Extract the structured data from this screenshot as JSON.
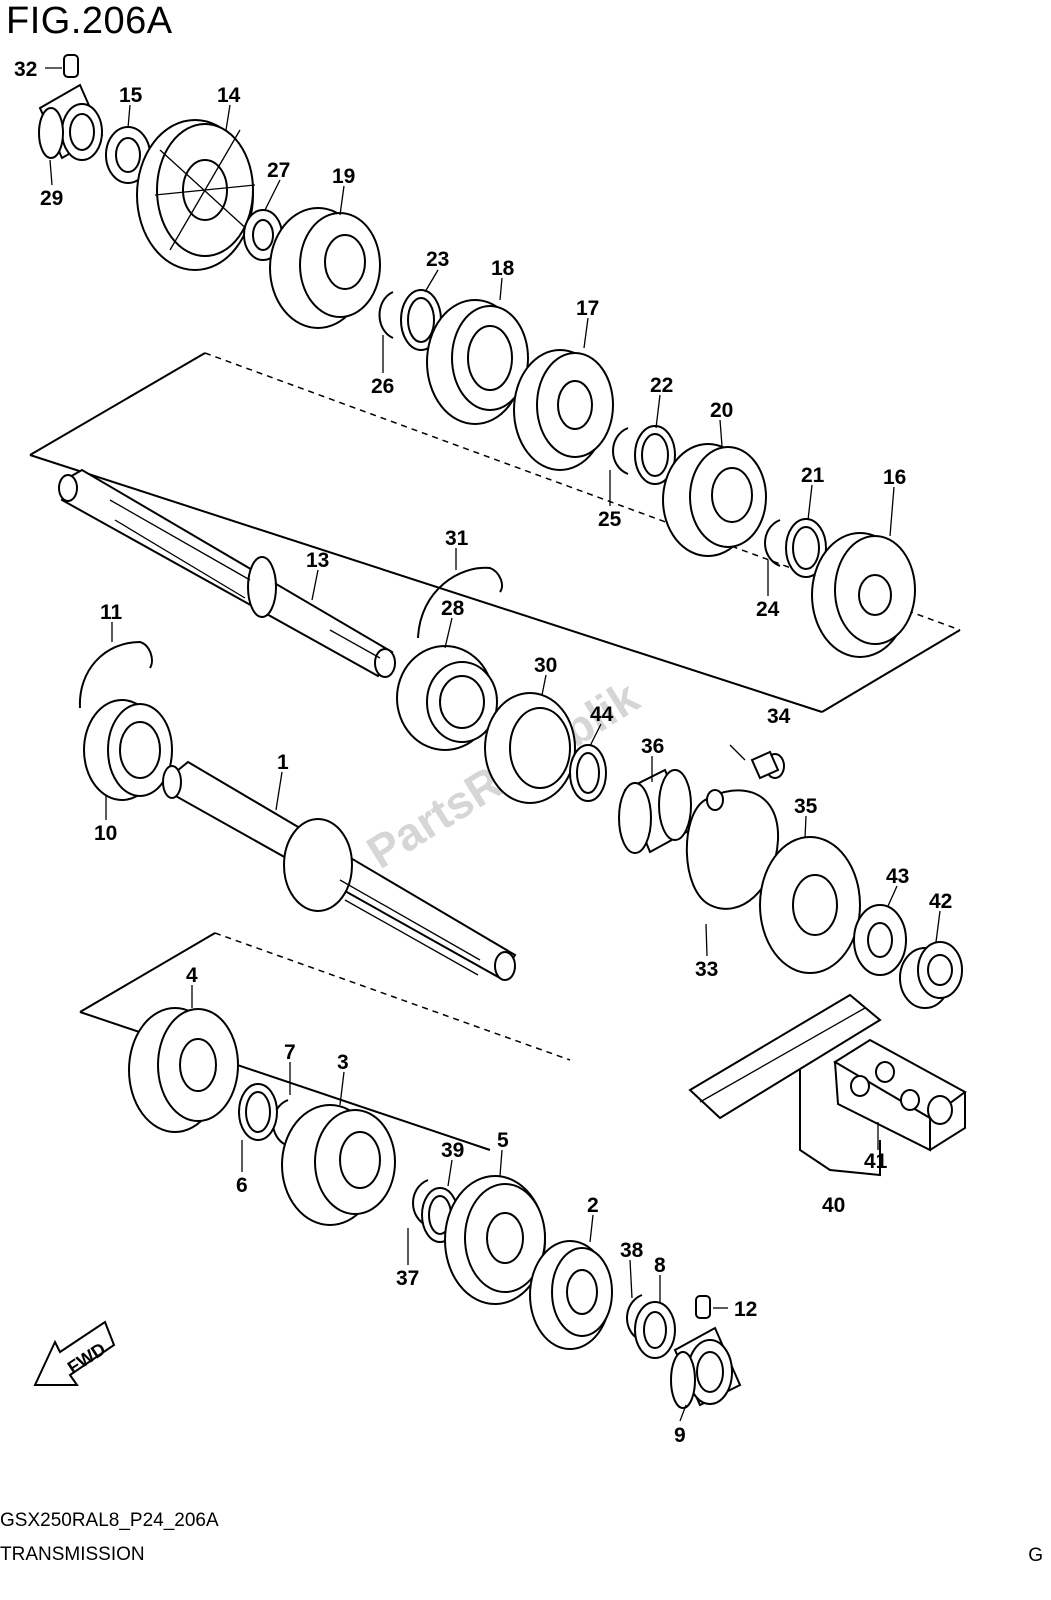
{
  "figure": {
    "title": "FIG.206A",
    "code": "GSX250RAL8_P24_206A",
    "name": "TRANSMISSION",
    "corner_mark": "G",
    "direction_label": "FWD",
    "watermark": "PartsRepublik"
  },
  "callouts": [
    "32",
    "15",
    "14",
    "29",
    "27",
    "19",
    "23",
    "18",
    "26",
    "17",
    "22",
    "20",
    "25",
    "21",
    "16",
    "24",
    "13",
    "31",
    "28",
    "11",
    "30",
    "44",
    "36",
    "34",
    "10",
    "1",
    "35",
    "43",
    "42",
    "33",
    "4",
    "7",
    "3",
    "6",
    "39",
    "5",
    "2",
    "38",
    "8",
    "12",
    "37",
    "9",
    "41",
    "40"
  ]
}
